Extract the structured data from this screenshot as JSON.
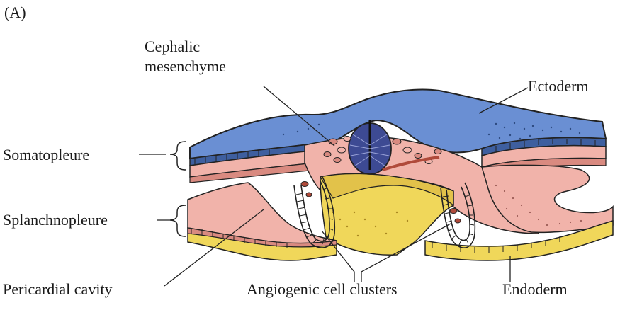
{
  "figure": {
    "panel_label": "(A)",
    "labels": {
      "cephalic_line1": "Cephalic",
      "cephalic_line2": "mesenchyme",
      "ectoderm": "Ectoderm",
      "somatopleure": "Somatopleure",
      "splanchnopleure": "Splanchnopleure",
      "pericardial_cavity": "Pericardial cavity",
      "angiogenic_cell_clusters": "Angiogenic cell clusters",
      "endoderm": "Endoderm"
    }
  },
  "colors": {
    "ectoderm": "#6a8fd3",
    "ectoderm_dark": "#3e5f9f",
    "mesoderm": "#f1b3aa",
    "mesoderm_dark": "#d98a80",
    "endoderm": "#f0d75a",
    "endoderm_dark": "#c4a52a",
    "neural_tube": "#3d4a93",
    "blood_cells": "#b04a3a",
    "outline": "#222222"
  }
}
